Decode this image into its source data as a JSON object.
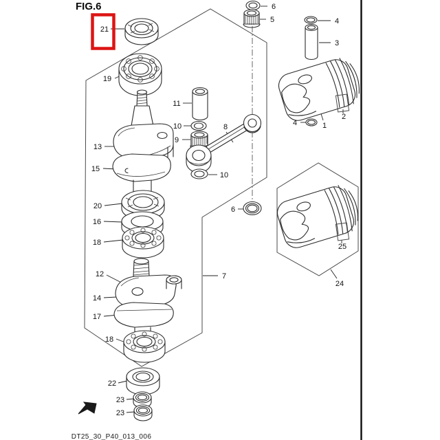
{
  "figure": {
    "title": "FIG.6",
    "footer_code": "DT25_30_P40_013_006"
  },
  "highlight": {
    "highlighted_part": "21",
    "color": "#dd1414"
  },
  "colors": {
    "line": "#2b2b2b",
    "background": "#ffffff",
    "page_border": "#0c0c0c"
  },
  "icons": {
    "fwd_arrow": "fwd-arrow"
  },
  "labels": {
    "p21": "21",
    "p19": "19",
    "p13": "13",
    "p15": "15",
    "p20": "20",
    "p16": "16",
    "p18a": "18",
    "p12": "12",
    "p14": "14",
    "p17": "17",
    "p18b": "18",
    "p22": "22",
    "p23a": "23",
    "p23b": "23",
    "p11": "11",
    "p10a": "10",
    "p9": "9",
    "p8": "8",
    "p10b": "10",
    "p6a": "6",
    "p5": "5",
    "p6b": "6",
    "p7": "7",
    "p4a": "4",
    "p3": "3",
    "p2": "2",
    "p1": "1",
    "p4b": "4",
    "p25": "25",
    "p24": "24"
  }
}
